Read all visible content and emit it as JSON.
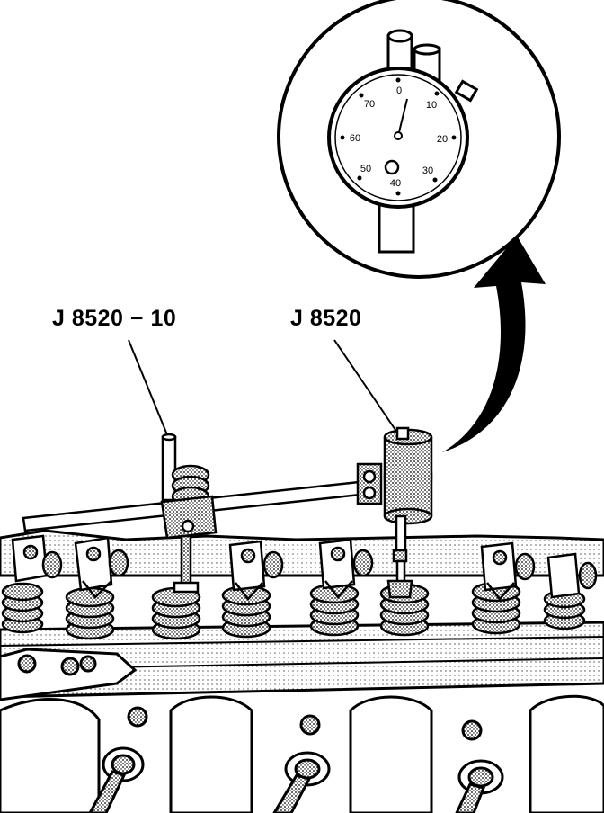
{
  "labels": {
    "tool_holder": "J 8520 − 10",
    "dial_indicator": "J 8520"
  },
  "dial": {
    "numbers": [
      "0",
      "10",
      "20",
      "30",
      "40",
      "50",
      "60",
      "70"
    ]
  },
  "colors": {
    "ink": "#000000",
    "paper": "#ffffff",
    "stipple": "#9a9a9a"
  }
}
